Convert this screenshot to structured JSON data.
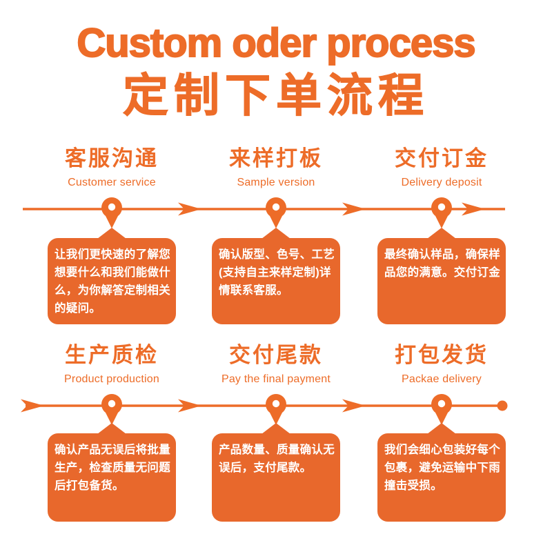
{
  "colors": {
    "accent": "#ED6C28",
    "bubble_background": "#E8682C",
    "bubble_text": "#FFFFFF",
    "page_background": "#FFFFFF"
  },
  "title": {
    "en": "Custom oder process",
    "zh": "定制下单流程"
  },
  "icons": {
    "pin": "map-pin-icon",
    "arrow": "arrow-right-icon",
    "end_dot": "end-dot-icon"
  },
  "steps": [
    {
      "zh": "客服沟通",
      "en": "Customer service",
      "desc": "让我们更快速的了解您想要什么和我们能做什么，为你解答定制相关的疑问。"
    },
    {
      "zh": "来样打板",
      "en": "Sample version",
      "desc": "确认版型、色号、工艺(支持自主来样定制)详情联系客服。"
    },
    {
      "zh": "交付订金",
      "en": "Delivery deposit",
      "desc": "最终确认样品，确保样品您的满意。交付订金"
    },
    {
      "zh": "生产质检",
      "en": "Product production",
      "desc": "确认产品无误后将批量生产，检查质量无问题后打包备货。"
    },
    {
      "zh": "交付尾款",
      "en": "Pay the final payment",
      "desc": "产品数量、质量确认无误后，支付尾款。"
    },
    {
      "zh": "打包发货",
      "en": "Packae delivery",
      "desc": "我们会细心包装好每个包裹，避免运输中下雨撞击受损。"
    }
  ]
}
